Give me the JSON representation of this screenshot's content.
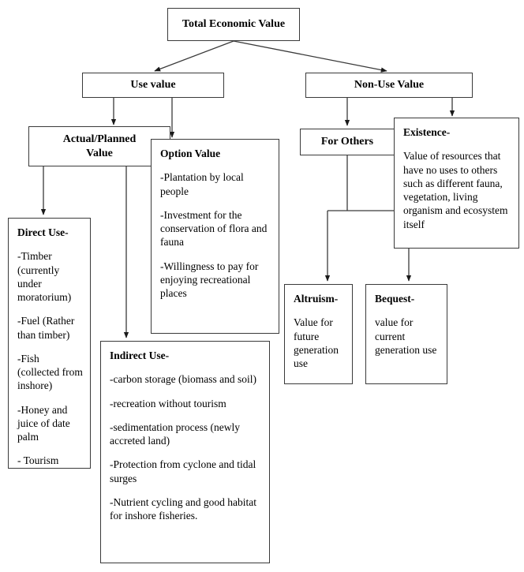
{
  "diagram": {
    "type": "tree-hierarchy",
    "title": "Total Economic Value framework",
    "stroke_color": "#3a3a3a",
    "background_color": "#ffffff",
    "text_color": "#000000"
  },
  "nodes": {
    "root": {
      "label": "Total Economic Value"
    },
    "use_value": {
      "label": "Use value"
    },
    "non_use_value": {
      "label": "Non-Use Value"
    },
    "actual_planned": {
      "label": "Actual/Planned\nValue"
    },
    "option_value": {
      "title": "Option Value",
      "items": [
        "-Plantation by local people",
        "-Investment for the conservation of flora and fauna",
        "-Willingness to pay for enjoying recreational places"
      ]
    },
    "direct_use": {
      "title": "Direct Use-",
      "items": [
        "-Timber (currently under moratorium)",
        "-Fuel (Rather than timber)",
        "-Fish (collected from inshore)",
        "-Honey and juice of date palm",
        "- Tourism"
      ]
    },
    "indirect_use": {
      "title": "Indirect Use-",
      "items": [
        "-carbon storage (biomass and soil)",
        "-recreation without tourism",
        "-sedimentation process (newly accreted land)",
        "-Protection from cyclone and tidal surges",
        "-Nutrient cycling and good habitat for inshore fisheries."
      ]
    },
    "for_others": {
      "label": "For Others"
    },
    "existence": {
      "title": "Existence-",
      "items": [
        "Value of resources that have no uses to others such as different fauna, vegetation, living organism and ecosystem itself"
      ]
    },
    "altruism": {
      "title": "Altruism-",
      "items": [
        "Value for future generation use"
      ]
    },
    "bequest": {
      "title": "Bequest-",
      "items": [
        "value for current generation use"
      ]
    }
  }
}
